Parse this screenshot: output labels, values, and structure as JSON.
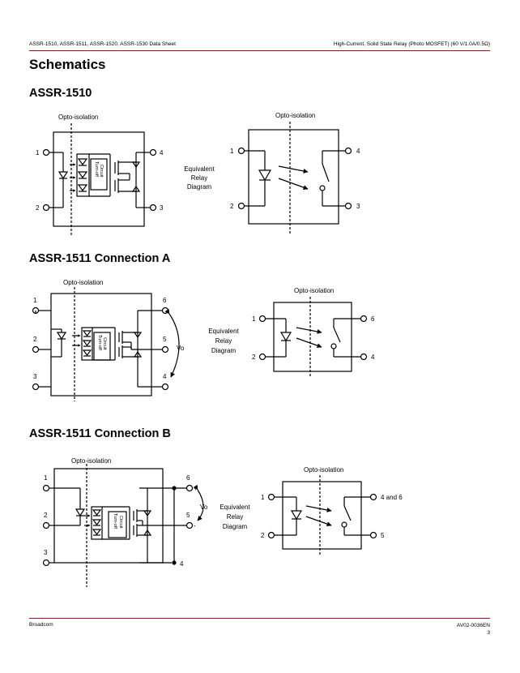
{
  "header": {
    "left": "ASSR-1510, ASSR-1511, ASSR-1520, ASSR-1530 Data Sheet",
    "right": "High-Current, Solid State Relay (Photo MOSFET) (60 V/1.0A/0.5Ω)"
  },
  "page_title": "Schematics",
  "sections": [
    {
      "title": "ASSR-1510",
      "opto_label": "Opto-isolation",
      "circuit_pins": [
        "1",
        "2",
        "4",
        "3"
      ],
      "circuit_block": [
        "Turn-off",
        "Circuit"
      ],
      "equiv_label": [
        "Equivalent",
        "Relay",
        "Diagram"
      ],
      "equiv_opto_label": "Opto-isolation",
      "equiv_pins": [
        "1",
        "2",
        "4",
        "3"
      ]
    },
    {
      "title": "ASSR-1511 Connection A",
      "opto_label": "Opto-isolation",
      "circuit_pins": [
        "1",
        "2",
        "3",
        "6",
        "5",
        "4"
      ],
      "circuit_block": [
        "Turn-off",
        "Circuit"
      ],
      "vo_label": "Vo",
      "equiv_label": [
        "Equivalent",
        "Relay",
        "Diagram"
      ],
      "equiv_opto_label": "Opto-isolation",
      "equiv_pins": [
        "1",
        "2",
        "6",
        "4"
      ]
    },
    {
      "title": "ASSR-1511 Connection B",
      "opto_label": "Opto-isolation",
      "circuit_pins": [
        "1",
        "2",
        "3",
        "6",
        "5",
        "4"
      ],
      "circuit_block": [
        "Turn-off",
        "Circuit"
      ],
      "vo_label": "Vo",
      "plus_sign": "+",
      "minus_sign": "-",
      "equiv_label": [
        "Equivalent",
        "Relay",
        "Diagram"
      ],
      "equiv_opto_label": "Opto-isolation",
      "equiv_pins": [
        "1",
        "2",
        "4 and 6",
        "5"
      ]
    }
  ],
  "footer": {
    "left": "Broadcom",
    "doc_id": "AV02-0036EN",
    "page_number": "3"
  },
  "colors": {
    "accent_rule": "#c0001c"
  }
}
